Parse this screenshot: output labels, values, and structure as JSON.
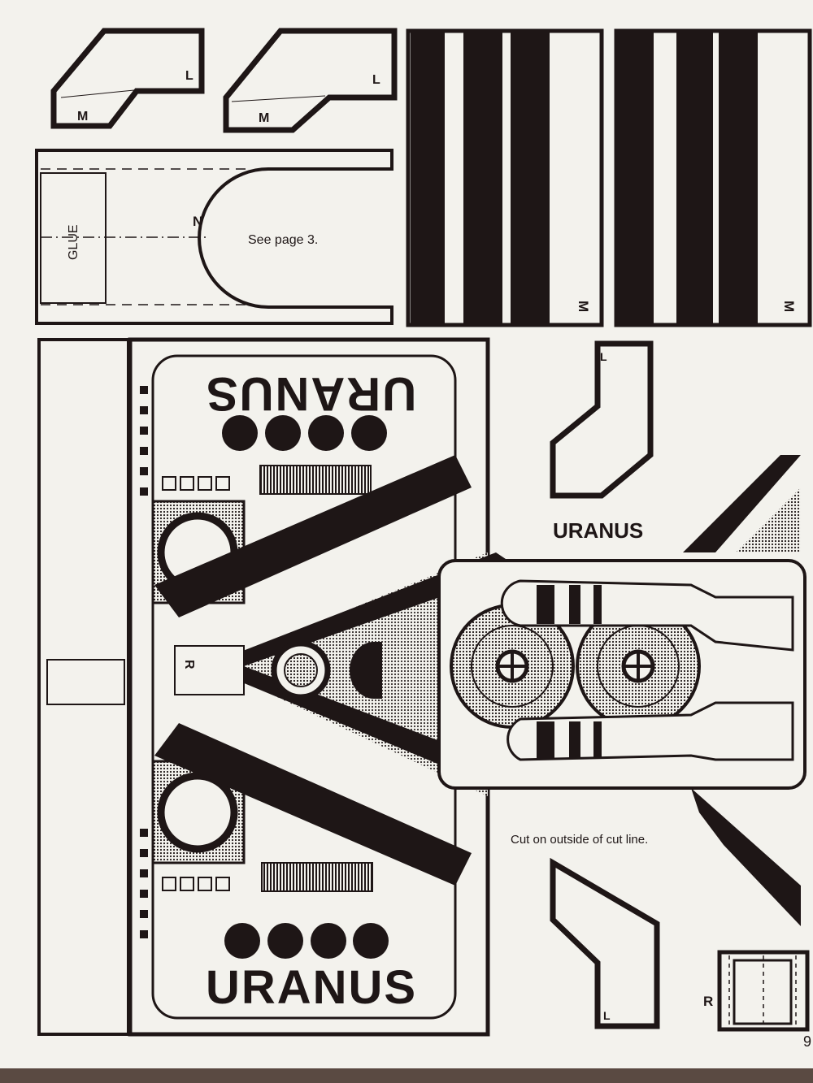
{
  "pieces": {
    "top_left_tab_1": {
      "label_m": "M",
      "label_l": "L"
    },
    "top_left_tab_2": {
      "label_m": "M",
      "label_l": "L"
    },
    "glue_piece": {
      "glue": "GLUE",
      "n": "N",
      "note": "See page 3."
    },
    "stripe_panel_1": {
      "label": "M"
    },
    "stripe_panel_2": {
      "label": "M"
    }
  },
  "ship": {
    "name_top": "URANUS",
    "name_bottom": "URANUS",
    "r_label": "R"
  },
  "side_fin": {
    "name": "URANUS",
    "mark_top": "L",
    "mark_bottom": "L"
  },
  "instructions": "Cut on outside of cut line.",
  "small_box": {
    "label": "R"
  },
  "page_number": "9",
  "colors": {
    "ink": "#1e1616",
    "paper": "#f3f2ed",
    "halftone": "#b9b6b0"
  }
}
